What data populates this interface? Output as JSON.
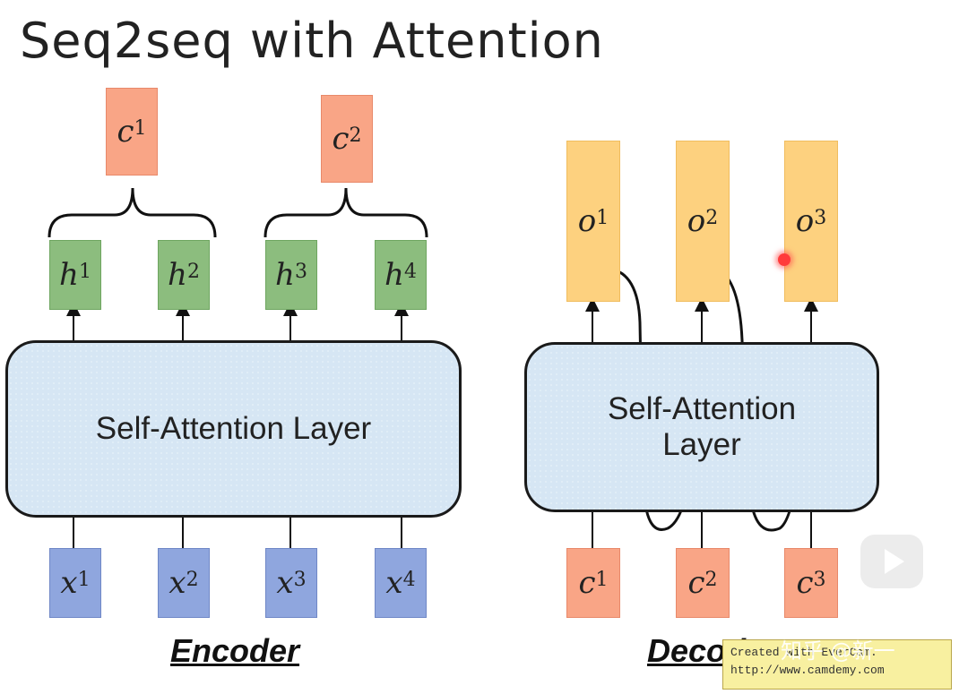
{
  "title": "Seq2seq with Attention",
  "encoder": {
    "layer_label": "Self-Attention Layer",
    "caption": "Encoder",
    "c_boxes": [
      {
        "base": "c",
        "sup": "1"
      },
      {
        "base": "c",
        "sup": "2"
      }
    ],
    "h_boxes": [
      {
        "base": "h",
        "sup": "1"
      },
      {
        "base": "h",
        "sup": "2"
      },
      {
        "base": "h",
        "sup": "3"
      },
      {
        "base": "h",
        "sup": "4"
      }
    ],
    "x_boxes": [
      {
        "base": "x",
        "sup": "1"
      },
      {
        "base": "x",
        "sup": "2"
      },
      {
        "base": "x",
        "sup": "3"
      },
      {
        "base": "x",
        "sup": "4"
      }
    ]
  },
  "decoder": {
    "layer_label_line1": "Self-Attention",
    "layer_label_line2": "Layer",
    "caption": "Decoder",
    "o_boxes": [
      {
        "base": "o",
        "sup": "1"
      },
      {
        "base": "o",
        "sup": "2"
      },
      {
        "base": "o",
        "sup": "3"
      }
    ],
    "c_boxes": [
      {
        "base": "c",
        "sup": "1"
      },
      {
        "base": "c",
        "sup": "2"
      },
      {
        "base": "c",
        "sup": "3"
      }
    ]
  },
  "watermark": {
    "line1": "Created with EverCam.",
    "line2": "http://www.camdemy.com",
    "overlay": "知乎 @新一"
  },
  "colors": {
    "c": "#f9a586",
    "h": "#8cbd7e",
    "x": "#8fa6de",
    "o": "#fdd17f",
    "layer": "#d6e6f4"
  }
}
